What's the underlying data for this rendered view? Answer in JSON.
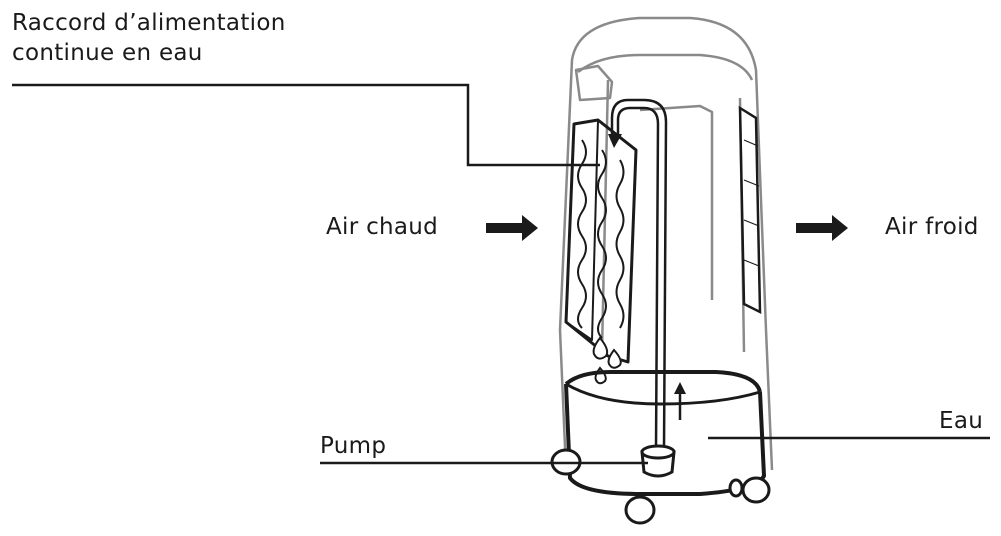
{
  "labels": {
    "raccord_line1": "Raccord d’alimentation",
    "raccord_line2": "continue en eau",
    "air_chaud": "Air chaud",
    "air_froid": "Air froid",
    "pump": "Pump",
    "eau": "Eau"
  },
  "colors": {
    "ink": "#1a1a1a",
    "body_outline": "#8a8a8a",
    "background": "#ffffff"
  }
}
